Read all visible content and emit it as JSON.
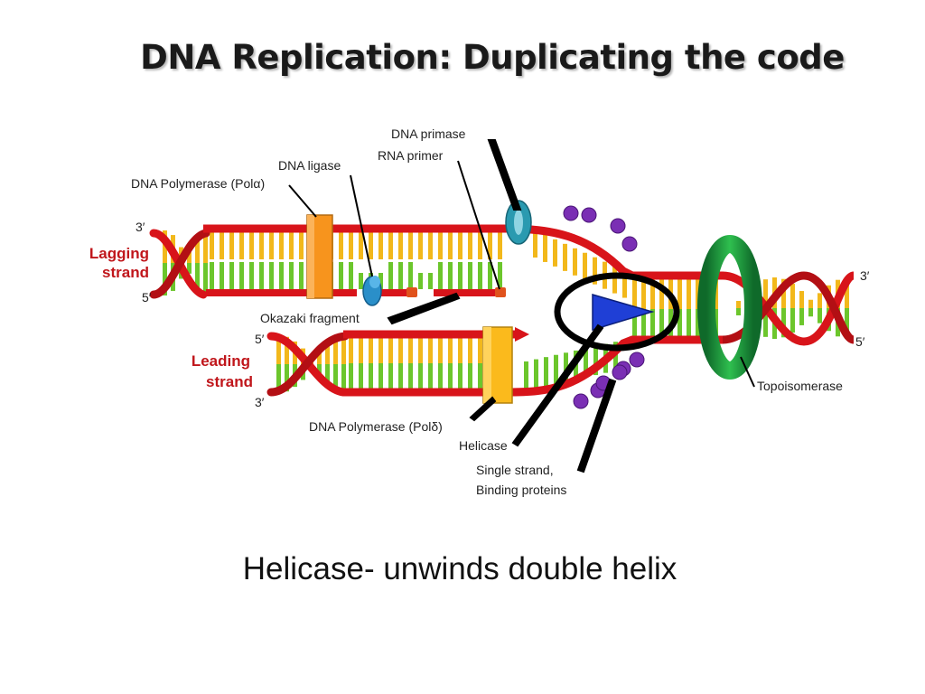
{
  "title": "DNA Replication:  Duplicating the code",
  "caption": "Helicase- unwinds double helix",
  "diagram": {
    "labels": {
      "dna_primase": "DNA primase",
      "rna_primer": "RNA primer",
      "dna_ligase": "DNA ligase",
      "pol_alpha": "DNA Polymerase (Polα)",
      "okazaki": "Okazaki fragment",
      "pol_delta": "DNA Polymerase (Polδ)",
      "helicase": "Helicase",
      "ssb_line1": "Single strand,",
      "ssb_line2": "Binding proteins",
      "topoisomerase": "Topoisomerase"
    },
    "strands": {
      "lagging_line1": "Lagging",
      "lagging_line2": "strand",
      "leading_line1": "Leading",
      "leading_line2": "strand"
    },
    "ends": {
      "lag_top": "3′",
      "lag_bottom": "5′",
      "lead_top": "5′",
      "lead_bottom": "3′",
      "right_top": "3′",
      "right_bottom": "5′"
    },
    "colors": {
      "backbone": "#d8141a",
      "base_green": "#6cc62c",
      "base_yellow": "#f2b81b",
      "polymerase": "#f7941d",
      "primase": "#2a9ab0",
      "ligase": "#2a8fc9",
      "helicase": "#1f3fd6",
      "ssb": "#7a2fb4",
      "topoisomerase": "#1f9a3c",
      "strand_label": "#c0161b"
    }
  }
}
